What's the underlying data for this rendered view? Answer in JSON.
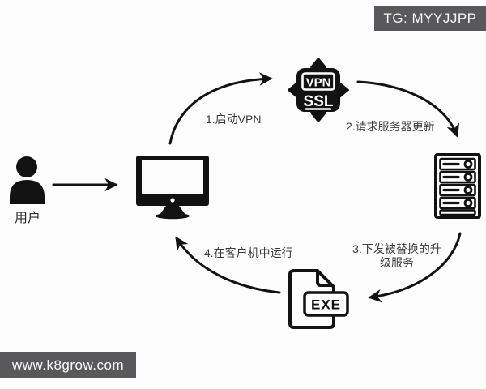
{
  "watermark_top": {
    "text": "TG: MYYJJPP"
  },
  "watermark_bottom": {
    "text": "www.k8grow.com"
  },
  "diagram": {
    "title_hint": "vpn-ssl-malicious-update-flow",
    "user_label": "用户",
    "vpn_icon": {
      "line1": "VPN",
      "line2": "SSL"
    },
    "exe_label": "EXE",
    "steps": [
      {
        "id": 1,
        "label": "1.启动VPN",
        "from": "client-computer",
        "to": "vpn-ssl"
      },
      {
        "id": 2,
        "label": "2.请求服务器更新",
        "from": "vpn-ssl",
        "to": "server"
      },
      {
        "id": 3,
        "label": "3.下发被替换的升级服务",
        "from": "server",
        "to": "exe-file"
      },
      {
        "id": 4,
        "label": "4.在客户机中运行",
        "from": "exe-file",
        "to": "client-computer"
      }
    ]
  },
  "colors": {
    "banner_bg": "#59595b",
    "banner_text": "#fafafa",
    "ink": "#121212",
    "label_text": "#3a3a3a",
    "background": "#fdfdfd"
  }
}
